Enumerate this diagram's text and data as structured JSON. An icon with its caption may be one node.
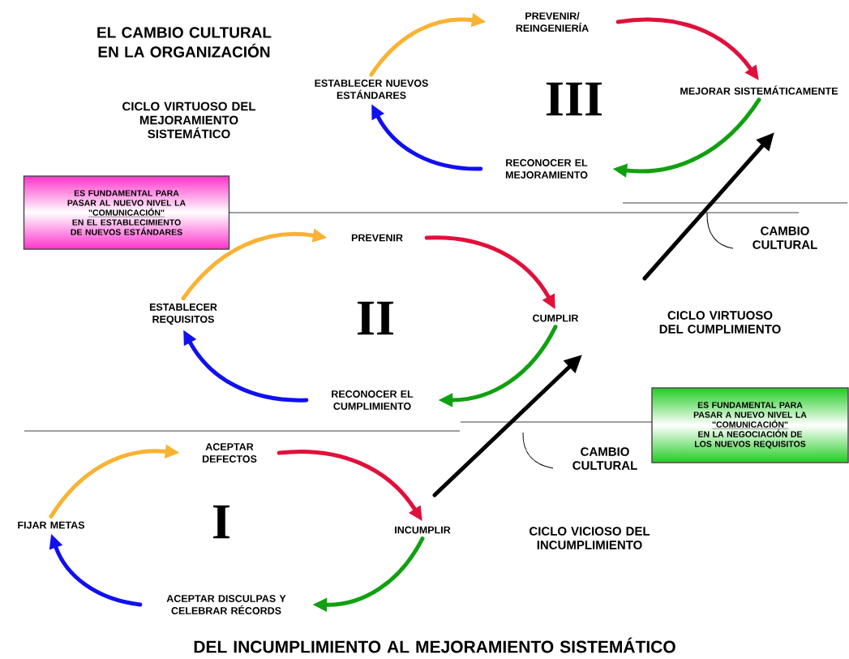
{
  "diagram": {
    "title": "EL CAMBIO CULTURAL EN LA ORGANIZACIÓN",
    "caption": "DEL INCUMPLIMIENTO AL MEJORAMIENTO SISTEMÁTICO",
    "nodes": [
      {
        "text": [
          "FIJAR METAS"
        ]
      },
      {
        "text": [
          "ACEPTAR DEFECTOS"
        ]
      },
      {
        "text": [
          "INCUMPLIR"
        ]
      },
      {
        "text": [
          "ACEPTAR DISCULPAS Y CELEBRAR RÉCORDS"
        ]
      },
      {
        "text": [
          "ESTABLECER REQUISITOS"
        ]
      },
      {
        "text": [
          "PREVENIR"
        ]
      },
      {
        "text": [
          "CUMPLIR"
        ]
      },
      {
        "text": [
          "RECONOCER EL CUMPLIMIENTO"
        ]
      },
      {
        "text": [
          "ESTABLECER NUEVOS ESTÁNDARES"
        ]
      },
      {
        "text": [
          "PREVENIR/ REINGENIERÍA"
        ]
      },
      {
        "text": [
          "MEJORAR SISTEMÁTICAMENTE"
        ]
      },
      {
        "text": [
          "RECONOCER EL MEJORAMIENTO"
        ]
      },
      {
        "text": [
          "ES FUNDAMENTAL PARA PASAR AL NUEVO NIVEL LA",
          "\"COMUNICACIÓN\"",
          "EN EL ESTABLECIMIENTO DE NUEVOS ESTÁNDARES"
        ]
      },
      {
        "text": [
          "ES FUNDAMENTAL PARA PASAR A NUEVO NIVEL LA",
          "\"COMUNICACIÓN\"",
          "EN LA NEGOCIACIÓN DE LOS NUEVOS REQUISITOS"
        ]
      }
    ],
    "edges": [
      {
        "from": 0,
        "to": 1,
        "arrow": "to",
        "color": "#f9b233"
      },
      {
        "from": 1,
        "to": 2,
        "arrow": "to",
        "color": "#e0103c"
      },
      {
        "from": 2,
        "to": 3,
        "arrow": "to",
        "color": "#10a010"
      },
      {
        "from": 3,
        "to": 0,
        "arrow": "to",
        "color": "#1010f0"
      },
      {
        "from": 4,
        "to": 5,
        "arrow": "to",
        "color": "#f9b233"
      },
      {
        "from": 5,
        "to": 6,
        "arrow": "to",
        "color": "#e0103c"
      },
      {
        "from": 6,
        "to": 7,
        "arrow": "to",
        "color": "#10a010"
      },
      {
        "from": 7,
        "to": 4,
        "arrow": "to",
        "color": "#1010f0"
      },
      {
        "from": 8,
        "to": 9,
        "arrow": "to",
        "color": "#f9b233"
      },
      {
        "from": 9,
        "to": 10,
        "arrow": "to",
        "color": "#e0103c"
      },
      {
        "from": 10,
        "to": 11,
        "arrow": "to",
        "color": "#10a010"
      },
      {
        "from": 11,
        "to": 8,
        "arrow": "to",
        "color": "#1010f0"
      }
    ],
    "labels": [
      "CICLO VIRTUOSO DEL MEJORAMIENTO SISTEMÁTICO",
      "III",
      "CAMBIO CULTURAL",
      "CICLO VIRTUOSO DEL CUMPLIMIENTO",
      "II",
      "CAMBIO CULTURAL",
      "I",
      "CICLO VICIOSO DEL INCUMPLIMIENTO"
    ]
  }
}
